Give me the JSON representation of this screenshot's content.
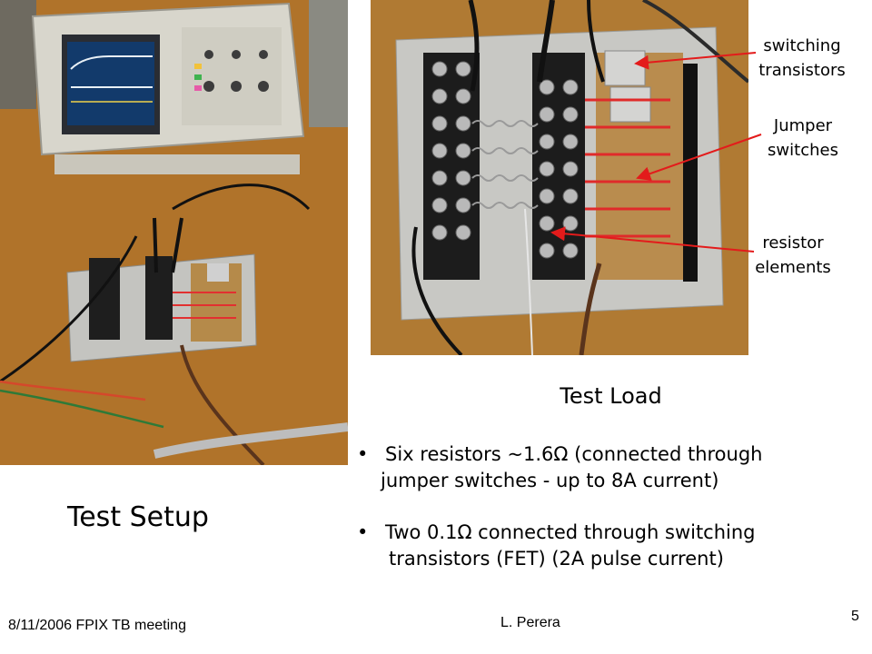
{
  "photos": {
    "setup_alt": "Photo of oscilloscope and test load board on workbench",
    "load_alt": "Close-up photo of test load board"
  },
  "callouts": {
    "switching": "switching\ntransistors",
    "jumper": "Jumper\nswitches",
    "resistor": "resistor\nelements",
    "arrow_color": "#e31b1b"
  },
  "titles": {
    "test_load": "Test Load",
    "test_setup": "Test Setup"
  },
  "bullets": [
    {
      "marker": "•",
      "line1": "Six resistors  ~1.6Ω  (connected through",
      "line2": "jumper switches - up to 8A current)"
    },
    {
      "marker": "•",
      "line1": "Two 0.1Ω  connected through  switching",
      "line2": "transistors (FET)  (2A pulse current)"
    }
  ],
  "footer": {
    "date_meeting": "8/11/2006  FPIX TB meeting",
    "author": "L. Perera",
    "page_number": "5"
  }
}
